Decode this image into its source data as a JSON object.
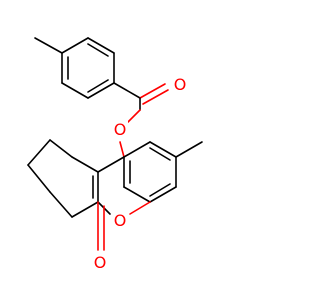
{
  "molecule": {
    "atom_labels": {
      "ester_oxygen": "O",
      "ring_oxygen": "O",
      "carbonyl_oxygen_top": "O",
      "carbonyl_oxygen_bottom": "O"
    },
    "colors": {
      "bond": "#000000",
      "oxygen": "#ff0000",
      "background": "#ffffff"
    }
  }
}
